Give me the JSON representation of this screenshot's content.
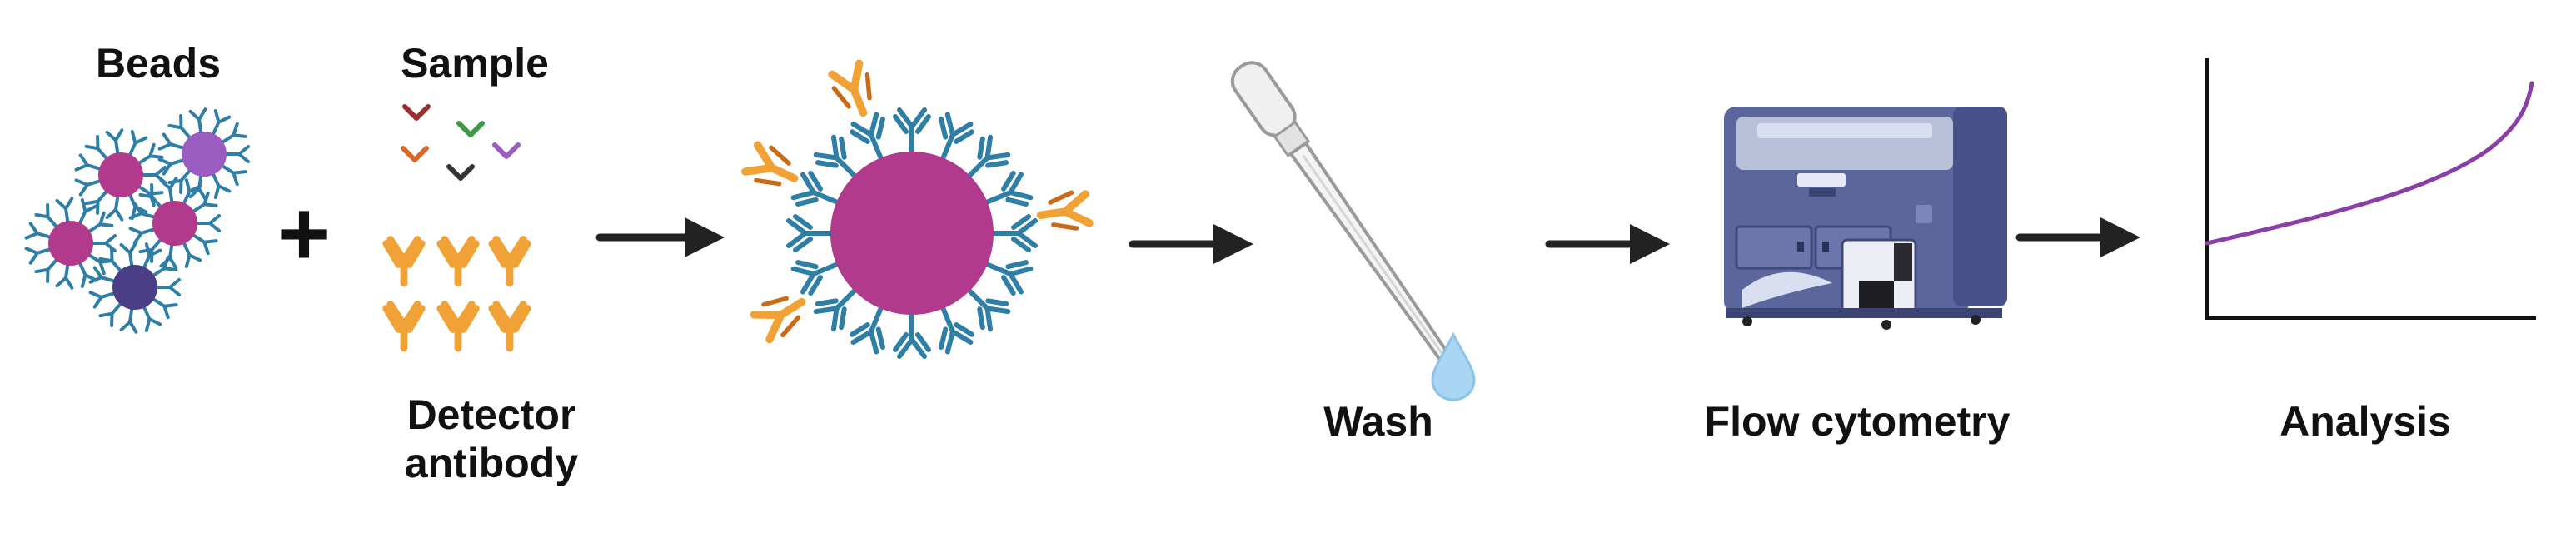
{
  "labels": {
    "beads": "Beads",
    "sample": "Sample",
    "detector_line1": "Detector",
    "detector_line2": "antibody",
    "wash": "Wash",
    "flow": "Flow cytometry",
    "analysis": "Analysis"
  },
  "symbols": {
    "plus": "+"
  },
  "icons": [
    "bead-icon",
    "antigen-icon",
    "antibody-icon",
    "arrow-icon",
    "pipette-icon",
    "drop-icon",
    "flow-cytometer-icon",
    "curve-icon"
  ],
  "colors": {
    "bead_magenta": "#b13a8c",
    "bead_purple": "#9a5cc0",
    "bead_dark": "#4a3f86",
    "capture_antibody": "#2e7ea6",
    "detector_antibody": "#f0a236",
    "detector_outline": "#c86a18",
    "arrow": "#222222",
    "machine": "#5b669c",
    "curve": "#8a3fa8",
    "drop": "#a9d6f2"
  }
}
